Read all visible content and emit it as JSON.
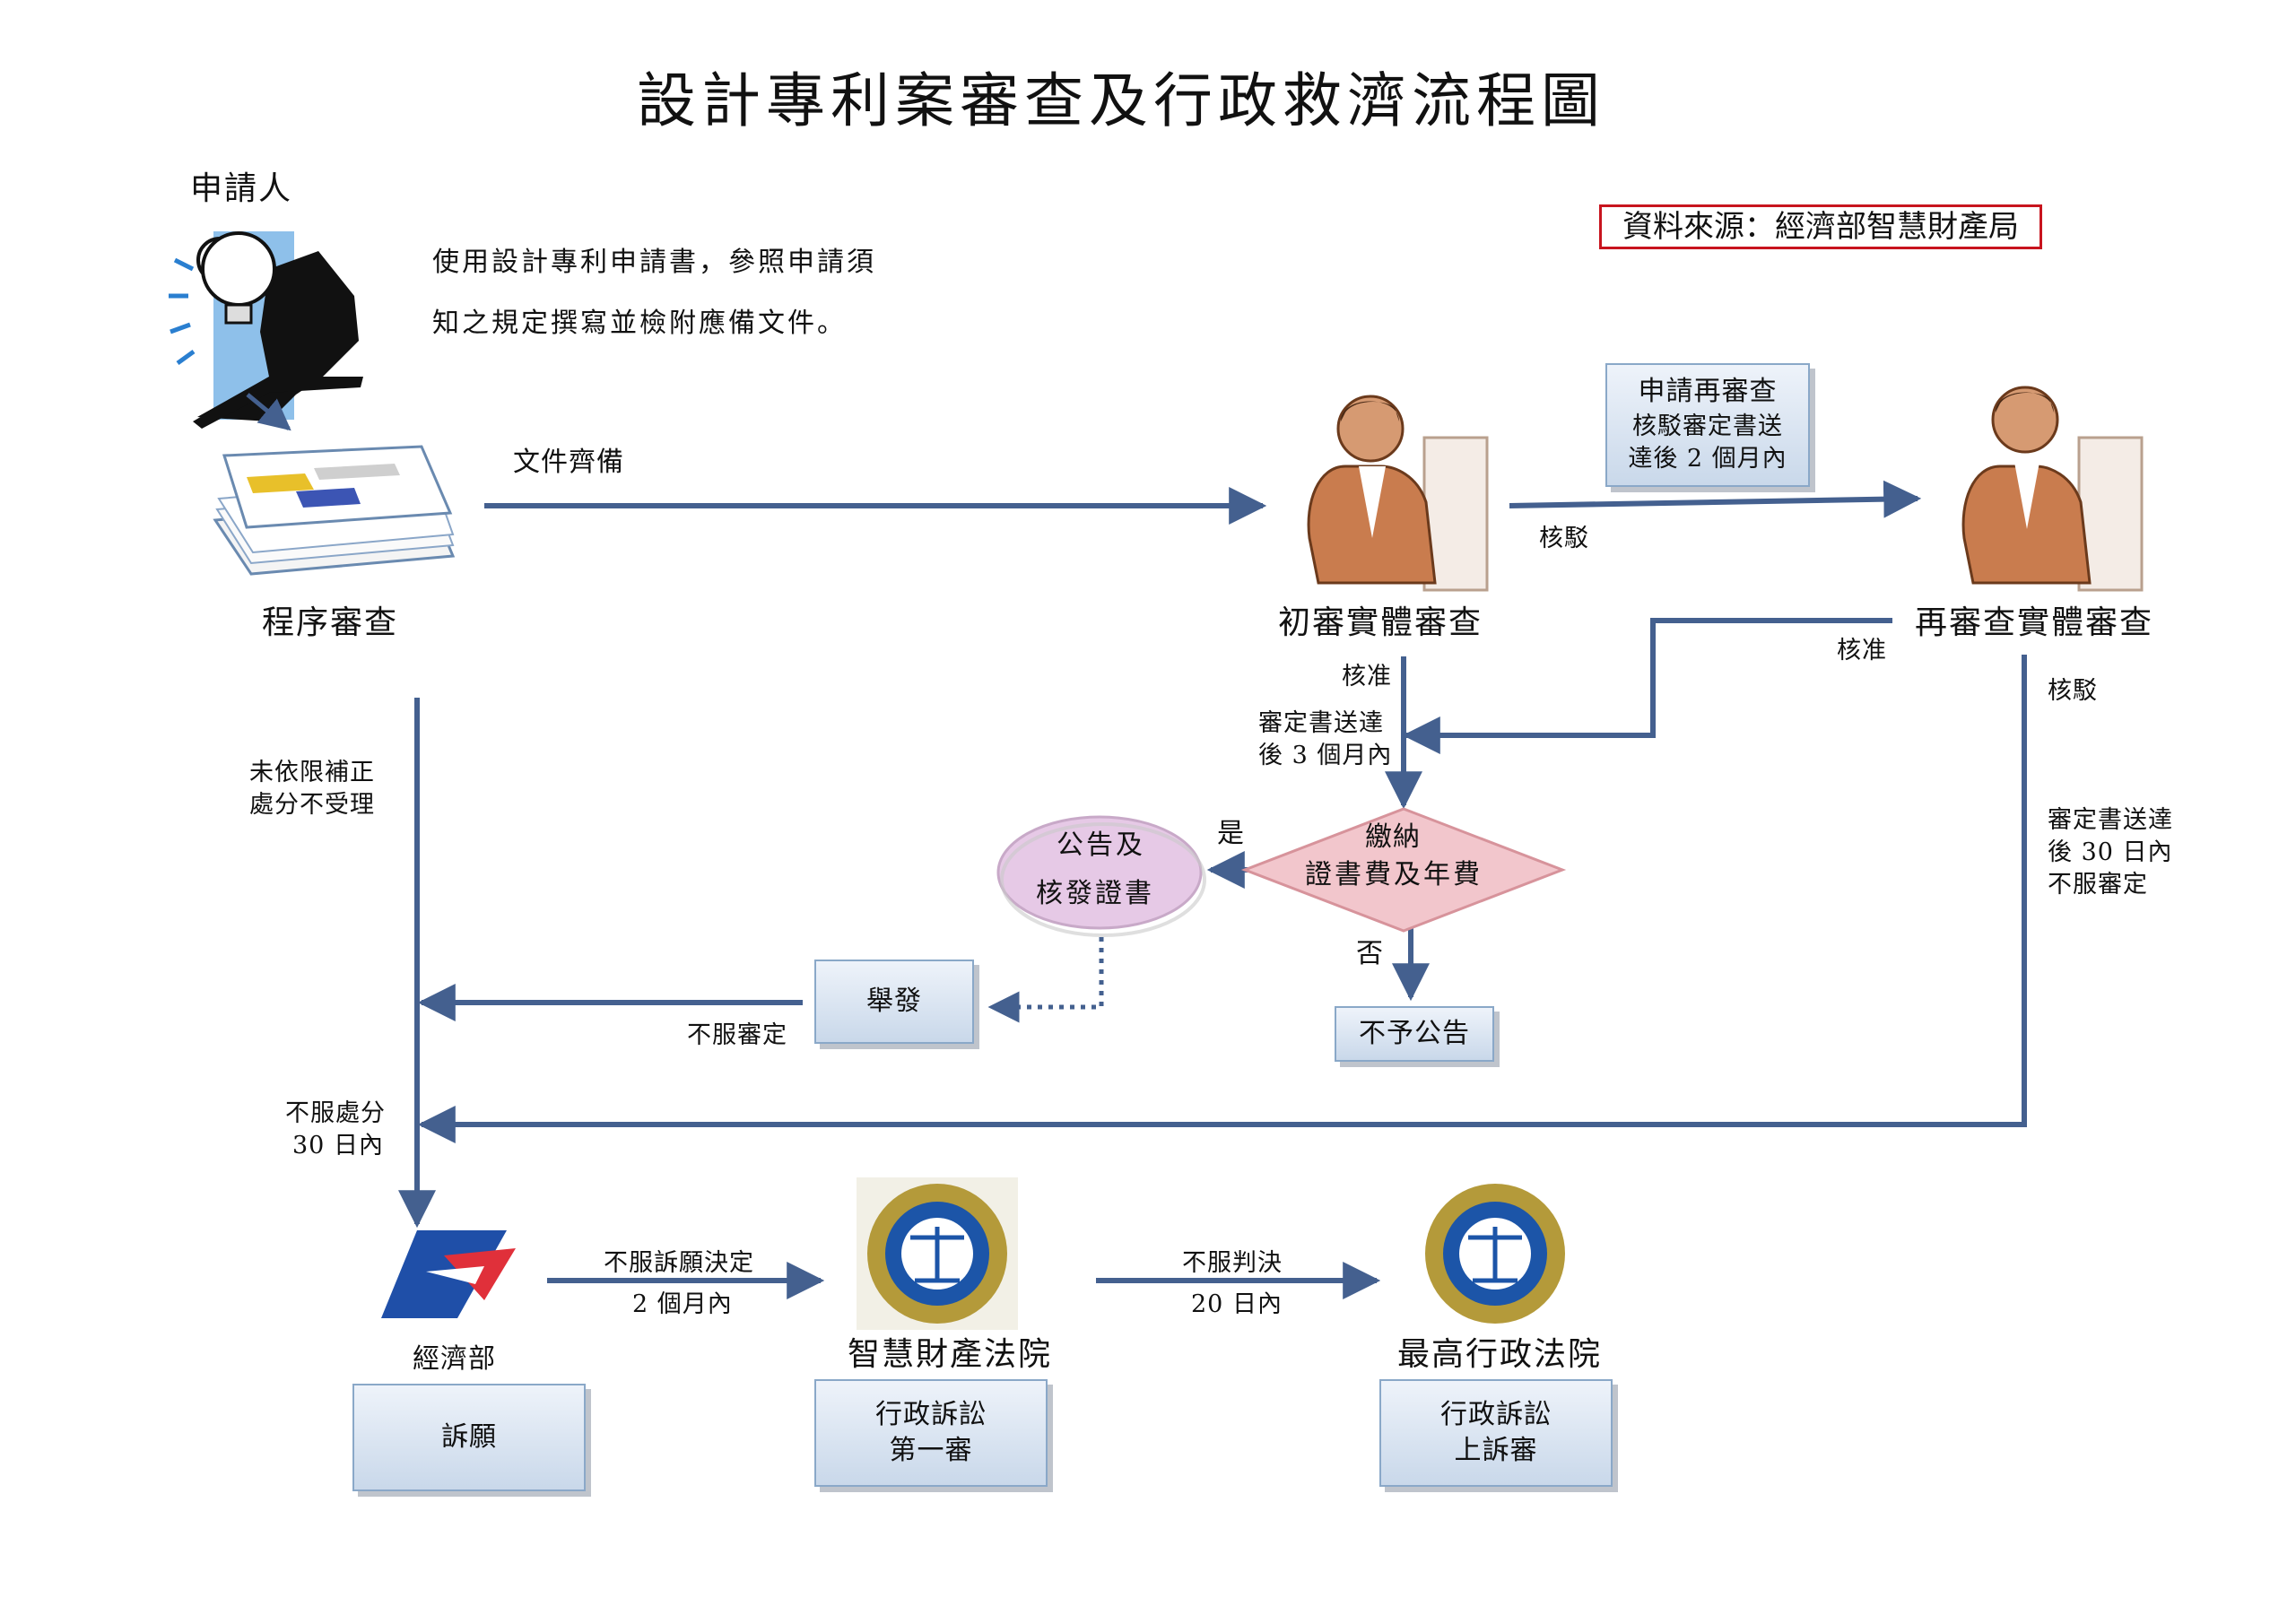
{
  "title": "設計專利案審查及行政救濟流程圖",
  "source": "資料來源：經濟部智慧財產局",
  "applicant": {
    "label": "申請人",
    "note_line1": "使用設計專利申請書，參照申請須",
    "note_line2": "知之規定撰寫並檢附應備文件。"
  },
  "nodes": {
    "procedure_review": "程序審查",
    "first_exam": "初審實體審查",
    "reexam": "再審查實體審查",
    "reexam_request_line1": "申請再審查",
    "reexam_request_line2": "核駁審定書送",
    "reexam_request_line3": "達後 2 個月內",
    "fee_line1": "繳納",
    "fee_line2": "證書費及年費",
    "publish_line1": "公告及",
    "publish_line2": "核發證書",
    "invalidation": "舉發",
    "no_publish": "不予公告",
    "moea": "經濟部",
    "appeal": "訴願",
    "ip_court": "智慧財產法院",
    "admin_first_line1": "行政訴訟",
    "admin_first_line2": "第一審",
    "supreme_court": "最高行政法院",
    "admin_appeal_line1": "行政訴訟",
    "admin_appeal_line2": "上訴審"
  },
  "edge_labels": {
    "docs_ready": "文件齊備",
    "reject_1": "核駁",
    "approve_reexam": "核准",
    "approve_first": "核准",
    "deadline_3m_line1": "審定書送達",
    "deadline_3m_line2": "後 3 個月內",
    "reject_2": "核駁",
    "deadline_30d_line1": "審定書送達",
    "deadline_30d_line2": "後 30 日內",
    "deadline_30d_line3": "不服審定",
    "not_corrected_line1": "未依限補正",
    "not_corrected_line2": "處分不受理",
    "yes": "是",
    "no": "否",
    "disagree_decision": "不服審定",
    "disagree_disposition_line1": "不服處分",
    "disagree_disposition_line2": "30 日內",
    "disagree_appeal_line1": "不服訴願決定",
    "disagree_appeal_line2": "2 個月內",
    "disagree_judgment_line1": "不服判決",
    "disagree_judgment_line2": "20 日內"
  },
  "colors": {
    "arrow": "#44608f",
    "source_border": "#c8141e",
    "box_fill": "#c9d8ea",
    "diamond_fill": "#f2c6cc",
    "ellipse_fill": "#e6c9e6"
  }
}
